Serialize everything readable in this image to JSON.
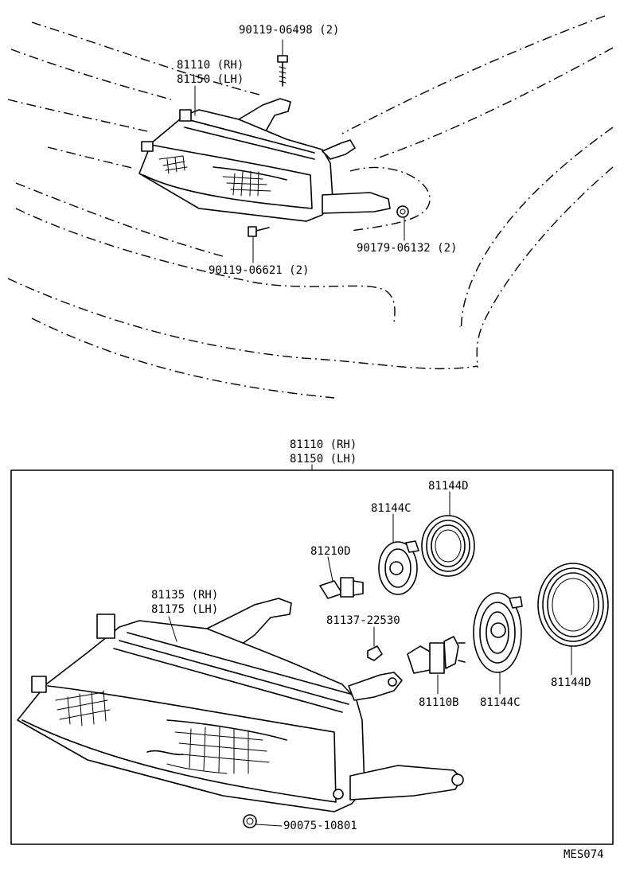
{
  "labels": {
    "top_bolt": "90119-06498 (2)",
    "top_assy_rh": "81110 (RH)",
    "top_assy_lh": "81150 (LH)",
    "top_screw": "90119-06621 (2)",
    "top_nut": "90179-06132 (2)",
    "bot_assy_rh": "81110 (RH)",
    "bot_assy_lh": "81150 (LH)",
    "housing_rh": "81135 (RH)",
    "housing_lh": "81175 (LH)",
    "bulb_small": "81210D",
    "socket_small": "81144C",
    "cover_small": "81144D",
    "clip": "81137-22530",
    "bulb_main": "81110B",
    "socket_large": "81144C",
    "cover_large": "81144D",
    "bottom_nut": "90075-10801",
    "diagram_code": "MES074"
  }
}
